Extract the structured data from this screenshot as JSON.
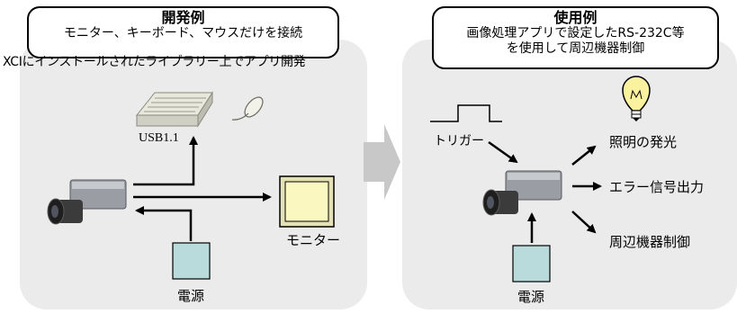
{
  "left": {
    "title": "開発例",
    "desc_line1": "モニター、キーボード、マウスだけを接続",
    "desc_line2": "XCIにインストールされたライブラリー上でアプリ開発",
    "usb_label": "USB1.1",
    "monitor_label": "モニター",
    "power_label": "電源"
  },
  "right": {
    "title": "使用例",
    "desc_line1": "画像処理アプリで設定したRS-232C等",
    "desc_line2": "を使用して周辺機器制御",
    "trigger_label": "トリガー",
    "out1_label": "照明の発光",
    "out2_label": "エラー信号出力",
    "out3_label": "周辺機器制御",
    "power_label": "電源"
  },
  "colors": {
    "panel_bg": "#ebebeb",
    "power_box": "#b9dbdb",
    "monitor_screen": "#fbf7c0",
    "big_arrow": "#c8c8c8"
  }
}
